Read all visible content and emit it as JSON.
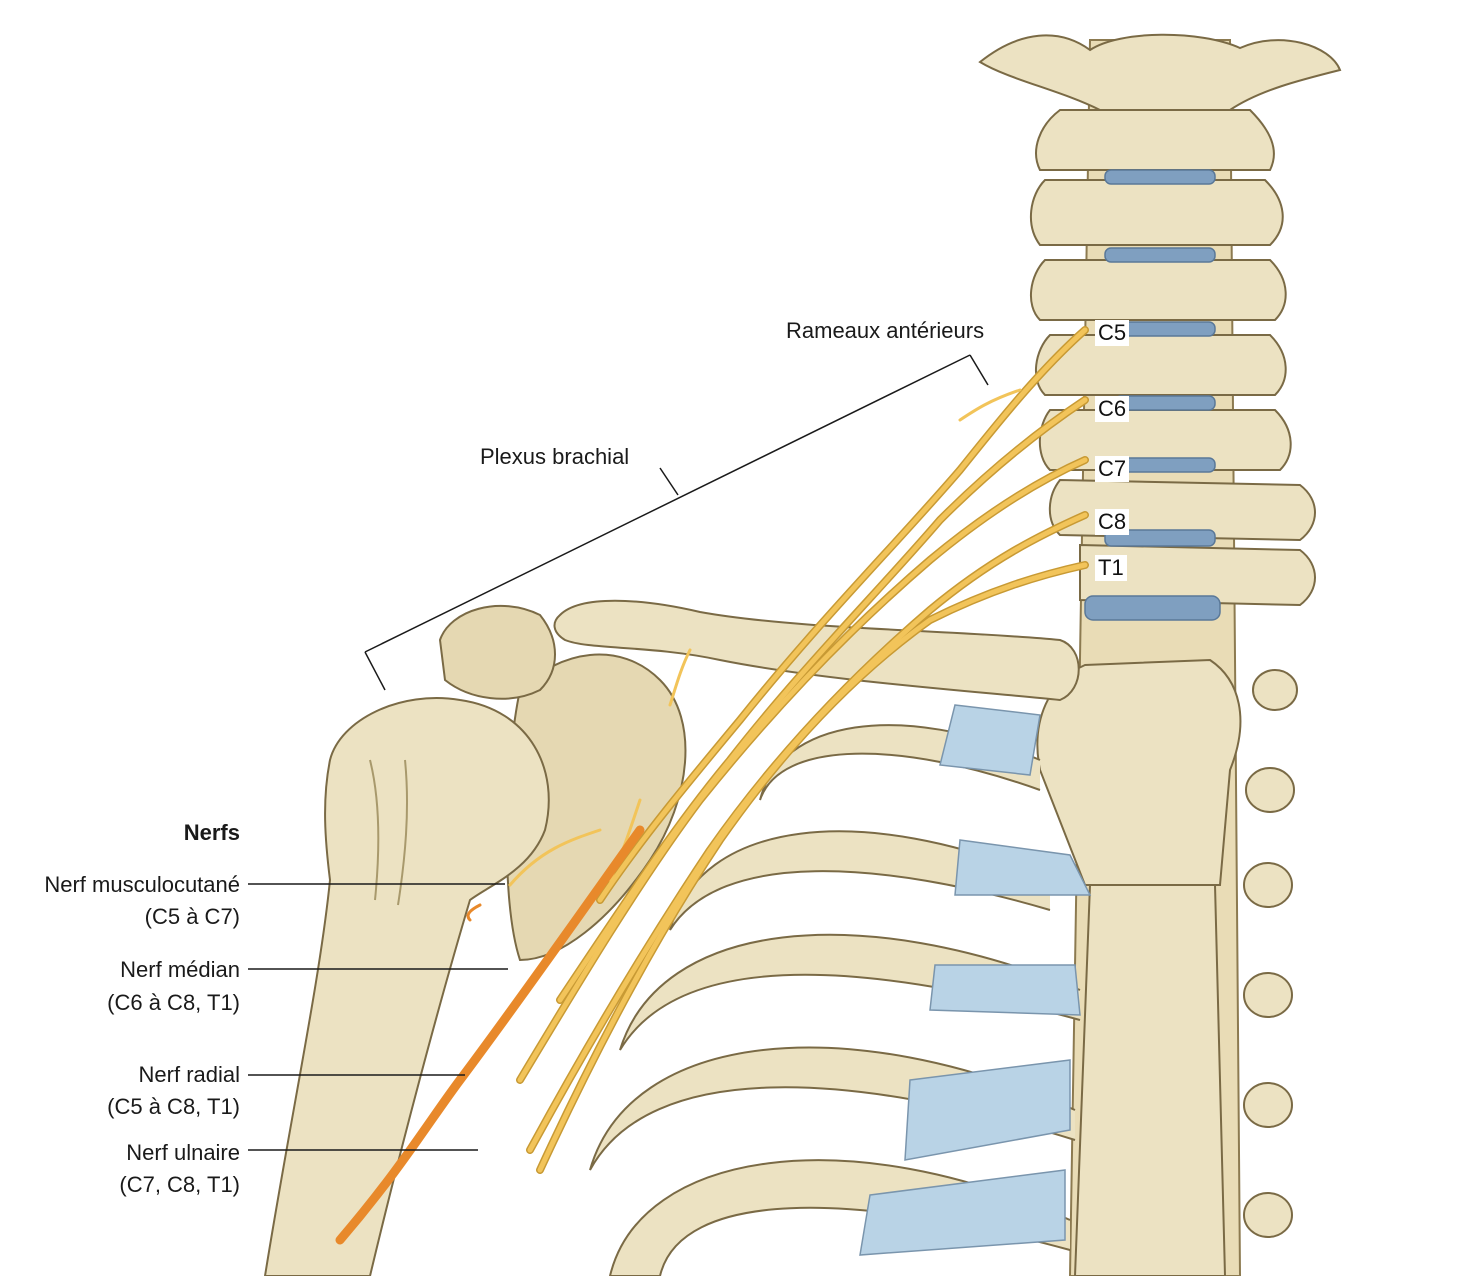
{
  "labels": {
    "rameaux": "Rameaux antérieurs",
    "plexus": "Plexus brachial",
    "nerfs_title": "Nerfs",
    "musculocutane": {
      "name": "Nerf musculocutané",
      "roots": "(C5 à C7)"
    },
    "median": {
      "name": "Nerf médian",
      "roots": "(C6 à C8, T1)"
    },
    "radial": {
      "name": "Nerf radial",
      "roots": "(C5 à C8, T1)"
    },
    "ulnaire": {
      "name": "Nerf ulnaire",
      "roots": "(C7, C8, T1)"
    }
  },
  "roots": [
    "C5",
    "C6",
    "C7",
    "C8",
    "T1"
  ],
  "colors": {
    "bone": "#ece2c2",
    "bone_shadow": "#cbbd93",
    "cartilage": "#b9d3e6",
    "disc": "#7f9fc0",
    "nerve": "#f2c45a",
    "radial_nerve": "#e8892b",
    "outline": "#7a6a45"
  }
}
